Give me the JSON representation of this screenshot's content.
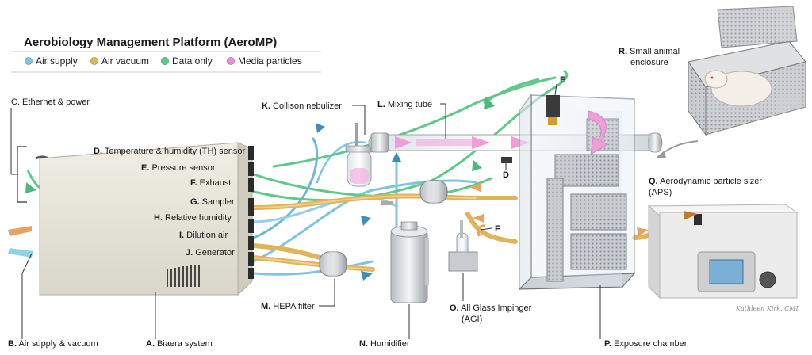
{
  "title": "Aerobiology Management Platform (AeroMP)",
  "legend": [
    {
      "label": "Air supply",
      "color": "#7fc4e0"
    },
    {
      "label": "Air vacuum",
      "color": "#e0b45a"
    },
    {
      "label": "Data only",
      "color": "#5fc98a"
    },
    {
      "label": "Media particles",
      "color": "#e98fd2"
    }
  ],
  "labels": {
    "ethernet": "C. Ethernet & power",
    "th_sensor_b": "D.",
    "th_sensor": " Temperature & humidity (TH) sensor",
    "pressure_b": "E.",
    "pressure": " Pressure sensor",
    "exhaust_b": "F.",
    "exhaust": " Exhaust",
    "sampler_b": "G.",
    "sampler": " Sampler",
    "rel_hum_b": "H.",
    "rel_hum": " Relative humidity",
    "dilution_b": "I.",
    "dilution": " Dilution air",
    "generator_b": "J.",
    "generator": " Generator",
    "collison_b": "K.",
    "collison": " Collison nebulizer",
    "mixing_b": "L.",
    "mixing": " Mixing tube",
    "hepa_b": "M.",
    "hepa": " HEPA filter",
    "humidifier_b": "N.",
    "humidifier": " Humidifier",
    "agi_b": "O.",
    "agi_line1": " All Glass Impinger",
    "agi_line2": "(AGI)",
    "chamber_b": "P.",
    "chamber": " Exposure chamber",
    "aps_b": "Q.",
    "aps_line1": " Aerodynamic particle sizer",
    "aps_line2": "(APS)",
    "enclosure_b": "R.",
    "enclosure_line1": " Small animal",
    "enclosure_line2": "enclosure",
    "air_supply_b": "B.",
    "air_supply": " Air supply & vacuum",
    "biaera_b": "A.",
    "biaera": " Biaera system",
    "tag_e": "E",
    "tag_d": "D",
    "tag_f": "F"
  },
  "signature": "Kathleen Kirk, CMI"
}
